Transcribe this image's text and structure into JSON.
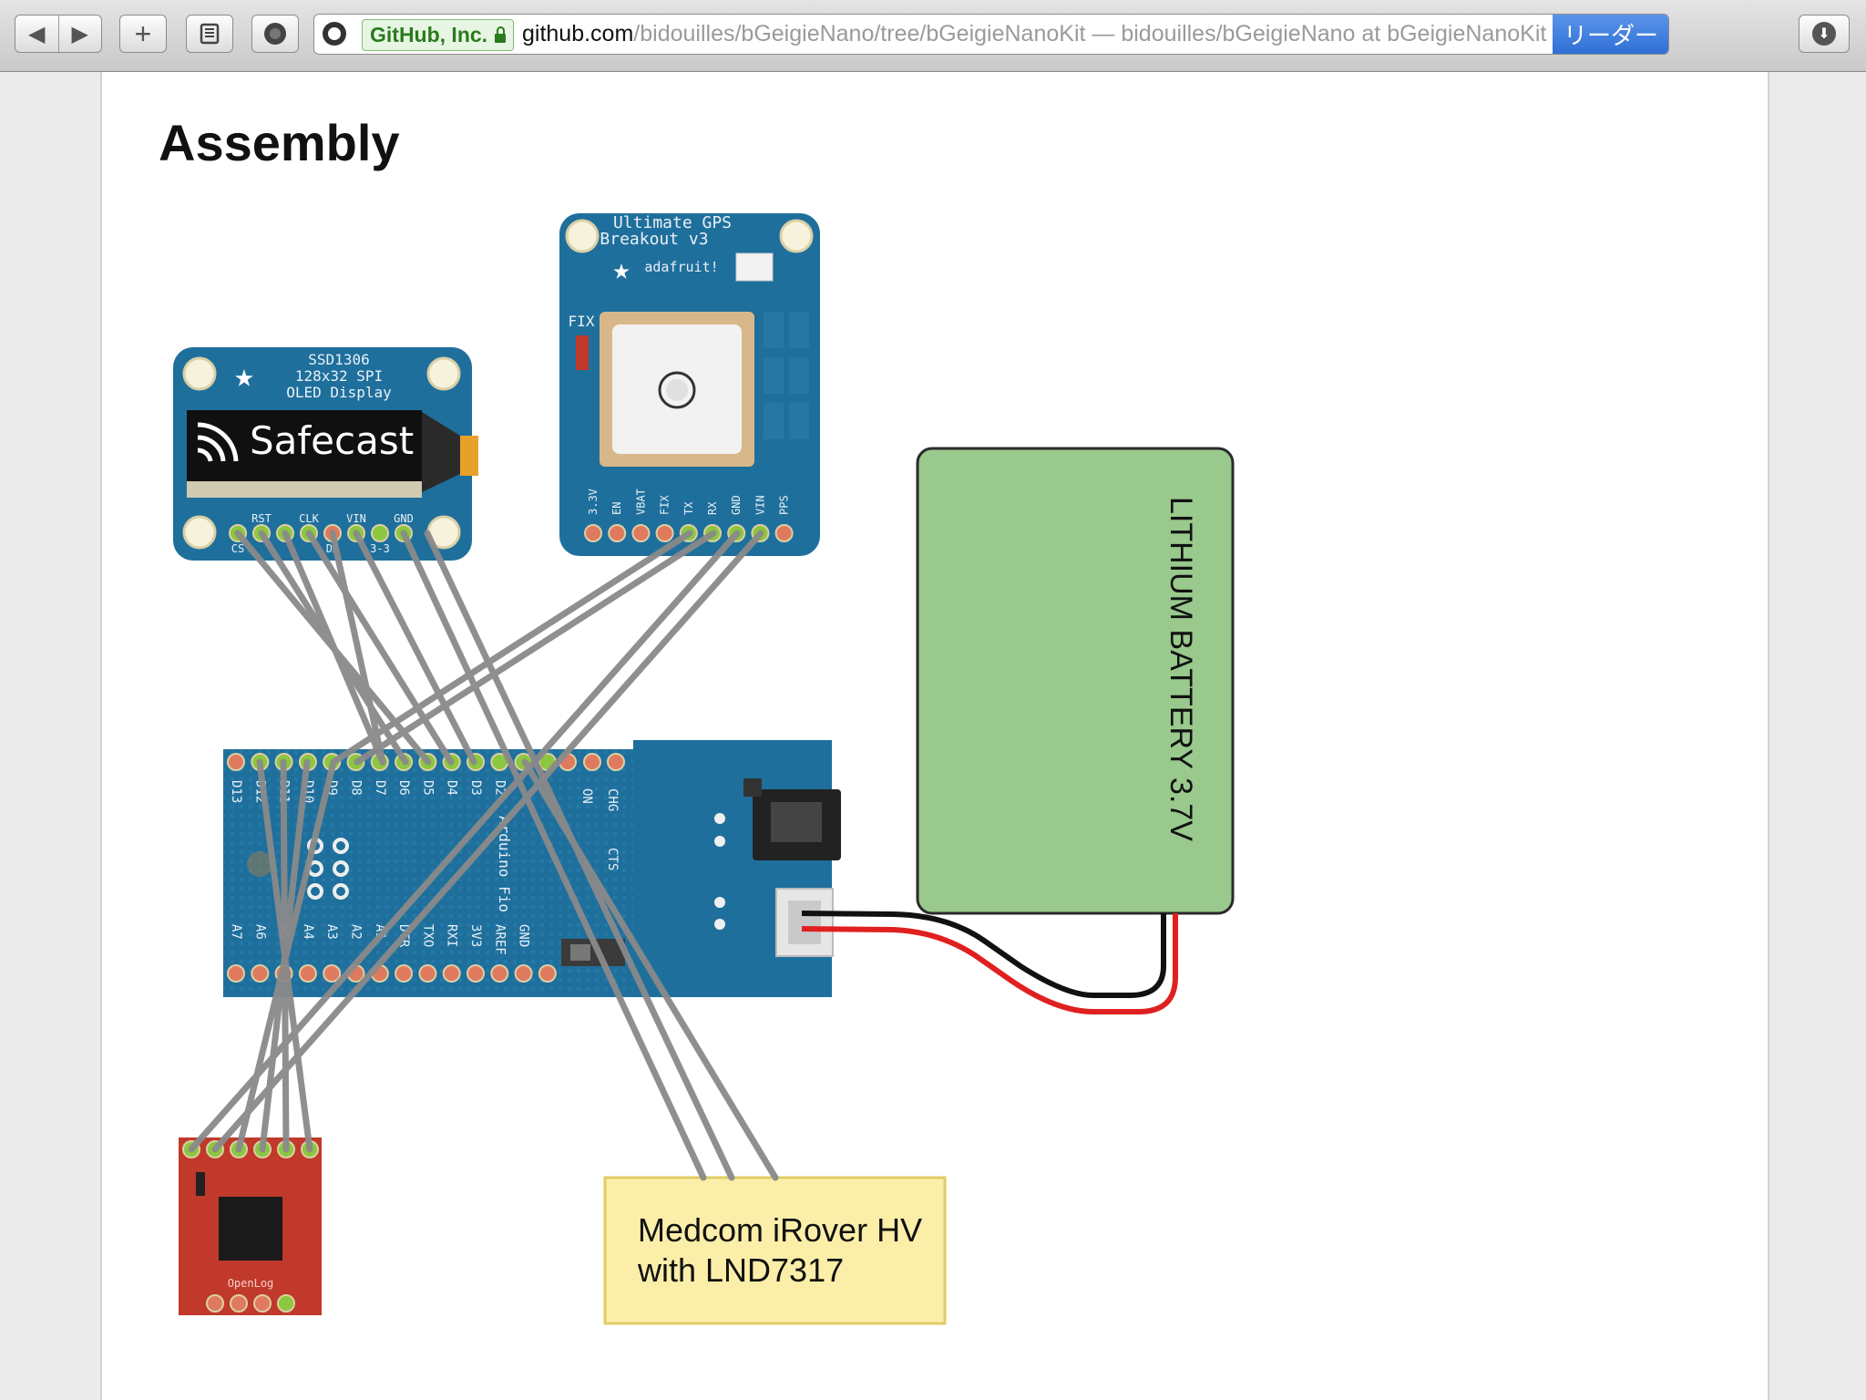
{
  "browser": {
    "back_glyph": "◀",
    "forward_glyph": "▶",
    "new_tab_glyph": "+",
    "ev_cert_label": "GitHub, Inc.",
    "url_domain": "github.com",
    "url_path": "/bidouilles/bGeigieNano/tree/bGeigieNanoKit",
    "page_title_suffix": " — bidouilles/bGeigieNano at bGeigieNanoKit",
    "reload_glyph": "↻",
    "reader_label": "リーダー",
    "download_glyph": "⬇",
    "icons": [
      "back-icon",
      "forward-icon",
      "new-tab-icon",
      "reading-list-icon",
      "stop-icon",
      "github-icon",
      "lock-icon",
      "reload-icon",
      "download-icon"
    ]
  },
  "page": {
    "heading": "Assembly"
  },
  "diagram": {
    "oled": {
      "title_lines": [
        "SSD1306",
        "128x32 SPI",
        "OLED Display"
      ],
      "screen_text": "Safecast",
      "pin_labels": [
        "RST",
        "CLK",
        "VIN",
        "GND"
      ],
      "pin_labels_lower": [
        "CS",
        "DA",
        "3-3"
      ]
    },
    "gps": {
      "title_lines": [
        "Ultimate GPS",
        "Breakout v3"
      ],
      "brand": "adafruit!",
      "fix_label": "FIX",
      "pin_labels": [
        "3.3V",
        "EN",
        "VBAT",
        "FIX",
        "TX",
        "RX",
        "GND",
        "VIN",
        "PPS"
      ]
    },
    "arduino": {
      "top_pins": [
        "D13",
        "D12",
        "D11",
        "D10",
        "D9",
        "D8",
        "D7",
        "D6",
        "D5",
        "D4",
        "D3",
        "D2"
      ],
      "bottom_pins": [
        "A7",
        "A6",
        "A5",
        "A4",
        "A3",
        "A2",
        "A1",
        "DTR",
        "TXO",
        "RXI",
        "3V3",
        "AREF",
        "GND"
      ],
      "extra_labels": [
        "ON",
        "CHG",
        "CTS"
      ],
      "board_text": "Arduino Fio"
    },
    "battery_label": "LITHIUM BATTERY 3.7V",
    "geiger_label_lines": [
      "Medcom iRover HV",
      "with LND7317"
    ],
    "sd_board_label": "OpenLog"
  },
  "colors": {
    "battery_fill": "#99c98c",
    "label_fill": "#fbeea8",
    "board_blue": "#1f6f9c",
    "openlog_red": "#c0392b",
    "wire_gray": "#8a8a8a",
    "wire_red": "#e02020",
    "wire_black": "#111111",
    "reader_blue": "#2f6fd6"
  }
}
